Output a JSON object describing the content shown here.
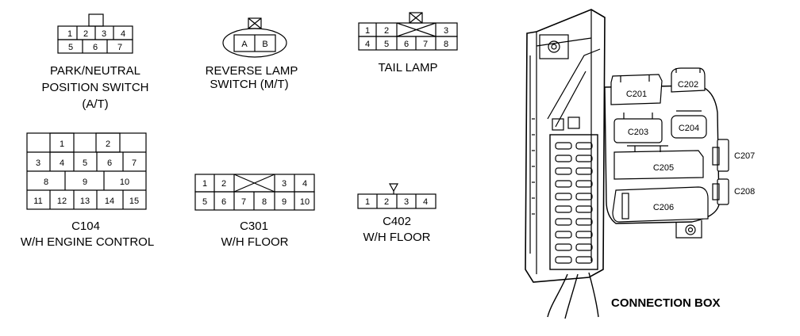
{
  "connectors": {
    "park_neutral": {
      "title_lines": [
        "PARK/NEUTRAL",
        "POSITION SWITCH",
        "(A/T)"
      ],
      "pins": [
        "1",
        "2",
        "3",
        "4",
        "5",
        "6",
        "7"
      ]
    },
    "reverse_lamp": {
      "title_lines": [
        "REVERSE LAMP",
        "SWITCH (M/T)"
      ],
      "pins": [
        "A",
        "B"
      ]
    },
    "tail_lamp": {
      "title_lines": [
        "TAIL LAMP"
      ],
      "pins": [
        "1",
        "2",
        "3",
        "4",
        "5",
        "6",
        "7",
        "8"
      ]
    },
    "c104": {
      "title_lines": [
        "C104",
        "W/H ENGINE CONTROL"
      ],
      "pins": [
        "1",
        "2",
        "3",
        "4",
        "5",
        "6",
        "7",
        "8",
        "9",
        "10",
        "11",
        "12",
        "13",
        "14",
        "15"
      ]
    },
    "c301": {
      "title_lines": [
        "C301",
        "W/H  FLOOR"
      ],
      "pins": [
        "1",
        "2",
        "3",
        "4",
        "5",
        "6",
        "7",
        "8",
        "9",
        "10"
      ]
    },
    "c402": {
      "title_lines": [
        "C402",
        "W/H FLOOR"
      ],
      "pins": [
        "1",
        "2",
        "3",
        "4"
      ]
    }
  },
  "connection_box": {
    "title": "CONNECTION BOX",
    "labels": [
      "C201",
      "C202",
      "C203",
      "C204",
      "C205",
      "C206",
      "C207",
      "C208"
    ]
  }
}
